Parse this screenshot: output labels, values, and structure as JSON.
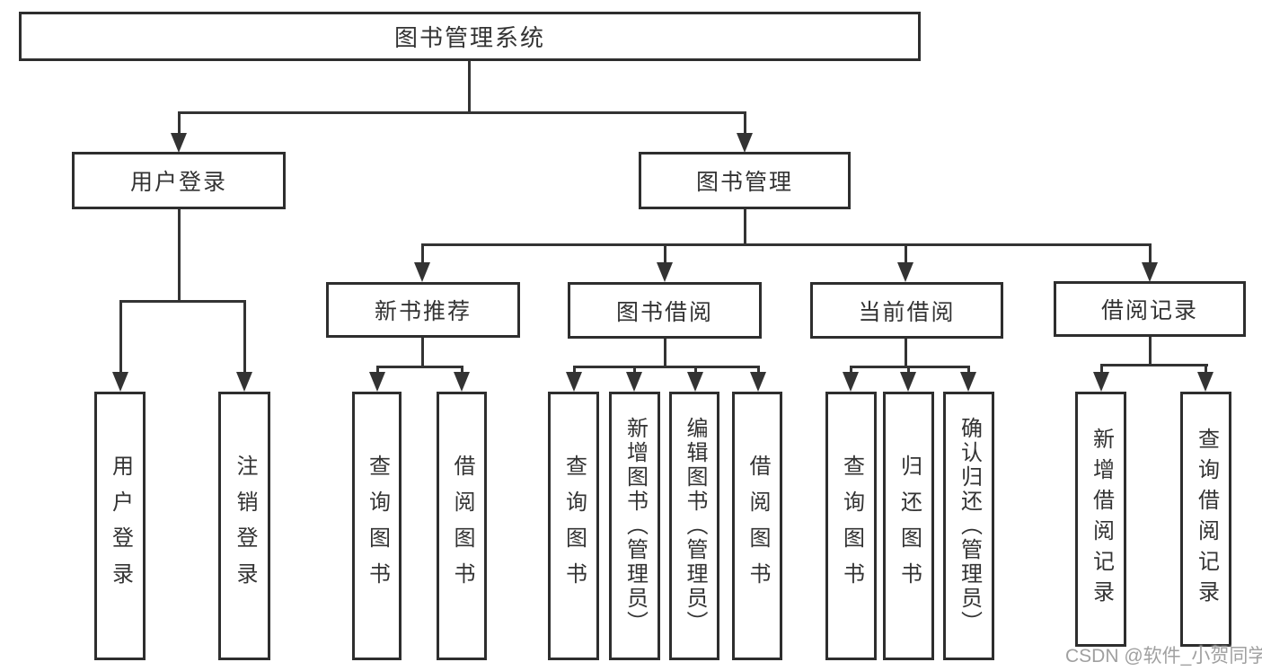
{
  "tree": {
    "root": {
      "label": "图书管理系统"
    },
    "branches": [
      {
        "label": "用户登录",
        "children": [
          {
            "label": "用户登录"
          },
          {
            "label": "注销登录"
          }
        ]
      },
      {
        "label": "图书管理",
        "sections": [
          {
            "label": "新书推荐",
            "children": [
              {
                "label": "查询图书"
              },
              {
                "label": "借阅图书"
              }
            ]
          },
          {
            "label": "图书借阅",
            "children": [
              {
                "label": "查询图书"
              },
              {
                "label": "新增图书（管理员）"
              },
              {
                "label": "编辑图书（管理员）"
              },
              {
                "label": "借阅图书"
              }
            ]
          },
          {
            "label": "当前借阅",
            "children": [
              {
                "label": "查询图书"
              },
              {
                "label": "归还图书"
              },
              {
                "label": "确认归还（管理员）"
              }
            ]
          },
          {
            "label": "借阅记录",
            "children": [
              {
                "label": "新增借阅记录"
              },
              {
                "label": "查询借阅记录"
              }
            ]
          }
        ]
      }
    ]
  },
  "watermark": "CSDN @软件_小贺同学",
  "colors": {
    "line": "#333333",
    "box_border": "#2e2e2e",
    "text": "#333333",
    "box_background": "#ffffff",
    "background": "#ffffff",
    "watermark": "#a0a0a0"
  }
}
